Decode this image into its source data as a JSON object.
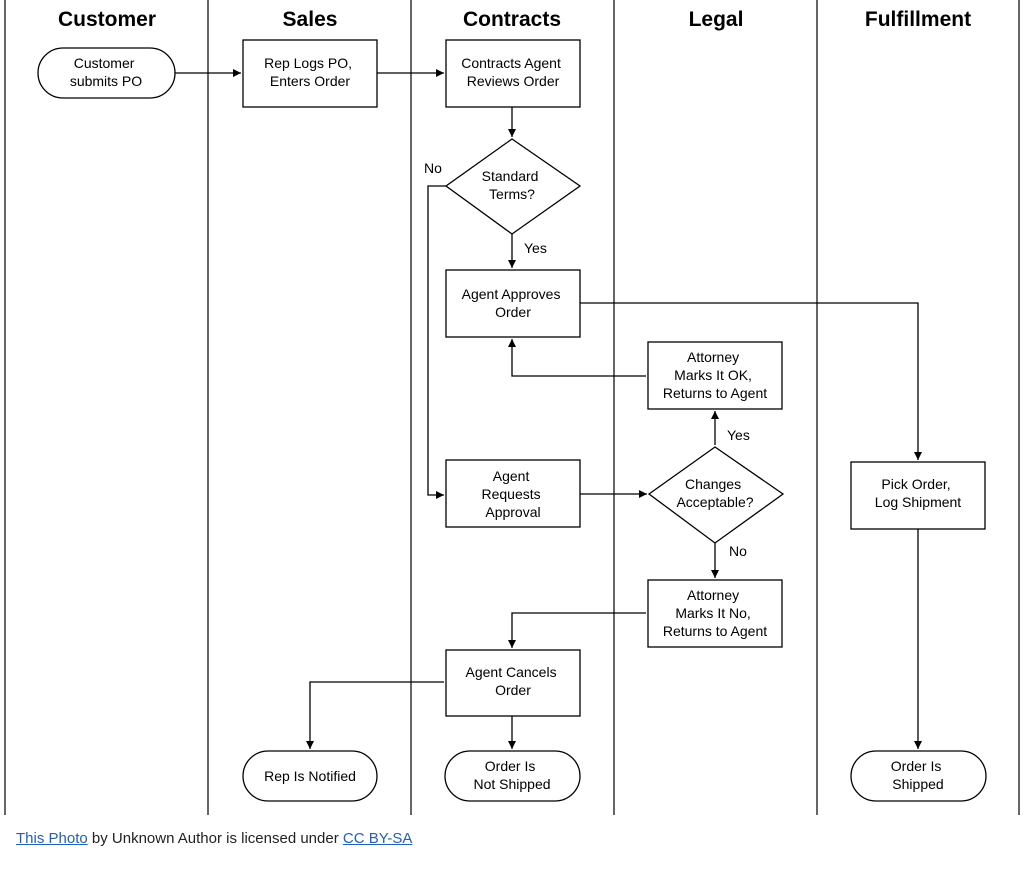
{
  "lanes": [
    {
      "id": "customer",
      "title": "Customer"
    },
    {
      "id": "sales",
      "title": "Sales"
    },
    {
      "id": "contracts",
      "title": "Contracts"
    },
    {
      "id": "legal",
      "title": "Legal"
    },
    {
      "id": "fulfillment",
      "title": "Fulfillment"
    }
  ],
  "nodes": {
    "customer_submits_po": {
      "shape": "terminal",
      "lines": [
        "Customer",
        "submits PO"
      ]
    },
    "rep_logs_po": {
      "shape": "process",
      "lines": [
        "Rep Logs PO,",
        "Enters Order"
      ]
    },
    "agent_reviews_order": {
      "shape": "process",
      "lines": [
        "Contracts Agent",
        "Reviews Order"
      ]
    },
    "standard_terms": {
      "shape": "decision",
      "lines": [
        "Standard",
        "Terms?"
      ]
    },
    "agent_approves_order": {
      "shape": "process",
      "lines": [
        "Agent Approves",
        "Order"
      ]
    },
    "attorney_marks_ok": {
      "shape": "process",
      "lines": [
        "Attorney",
        "Marks It OK,",
        "Returns to Agent"
      ]
    },
    "agent_requests_approval": {
      "shape": "process",
      "lines": [
        "Agent",
        "Requests",
        "Approval"
      ]
    },
    "changes_acceptable": {
      "shape": "decision",
      "lines": [
        "Changes",
        "Acceptable?"
      ]
    },
    "pick_order": {
      "shape": "process",
      "lines": [
        "Pick Order,",
        "Log Shipment"
      ]
    },
    "attorney_marks_no": {
      "shape": "process",
      "lines": [
        "Attorney",
        "Marks It No,",
        "Returns to Agent"
      ]
    },
    "agent_cancels_order": {
      "shape": "process",
      "lines": [
        "Agent Cancels",
        "Order"
      ]
    },
    "rep_notified": {
      "shape": "terminal",
      "lines": [
        "Rep Is Notified"
      ]
    },
    "order_not_shipped": {
      "shape": "terminal",
      "lines": [
        "Order Is",
        "Not Shipped"
      ]
    },
    "order_shipped": {
      "shape": "terminal",
      "lines": [
        "Order Is",
        "Shipped"
      ]
    }
  },
  "edge_labels": {
    "standard_terms_no": "No",
    "standard_terms_yes": "Yes",
    "changes_yes": "Yes",
    "changes_no": "No"
  },
  "credit": {
    "photo_link": "This Photo",
    "middle_text": " by Unknown Author is licensed under ",
    "license_link": "CC BY-SA"
  },
  "colors": {
    "line": "#000000",
    "link": "#1f5fbf"
  }
}
